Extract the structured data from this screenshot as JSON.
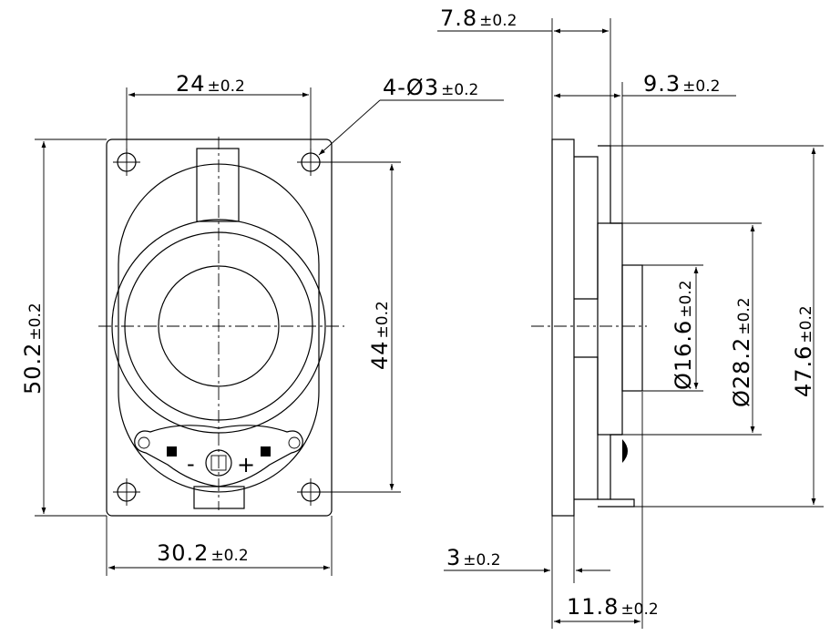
{
  "front_view": {
    "dim_hole_spacing": {
      "value": "24",
      "tol": "±0.2"
    },
    "dim_holes": {
      "value": "4-Ø3",
      "tol": "±0.2"
    },
    "dim_height": {
      "value": "50.2",
      "tol": "±0.2"
    },
    "dim_hole_vertical": {
      "value": "44",
      "tol": "±0.2"
    },
    "dim_width": {
      "value": "30.2",
      "tol": "±0.2"
    },
    "terminal_minus": "-",
    "terminal_plus": "+"
  },
  "side_view": {
    "dim_top_depth": {
      "value": "7.8",
      "tol": "±0.2"
    },
    "dim_magnet_depth": {
      "value": "9.3",
      "tol": "±0.2"
    },
    "dim_inner_dia": {
      "value": "Ø16.6",
      "tol": "±0.2"
    },
    "dim_outer_dia": {
      "value": "Ø28.2",
      "tol": "±0.2"
    },
    "dim_side_height": {
      "value": "47.6",
      "tol": "±0.2"
    },
    "dim_flange": {
      "value": "3",
      "tol": "±0.2"
    },
    "dim_total_depth": {
      "value": "11.8",
      "tol": "±0.2"
    }
  }
}
